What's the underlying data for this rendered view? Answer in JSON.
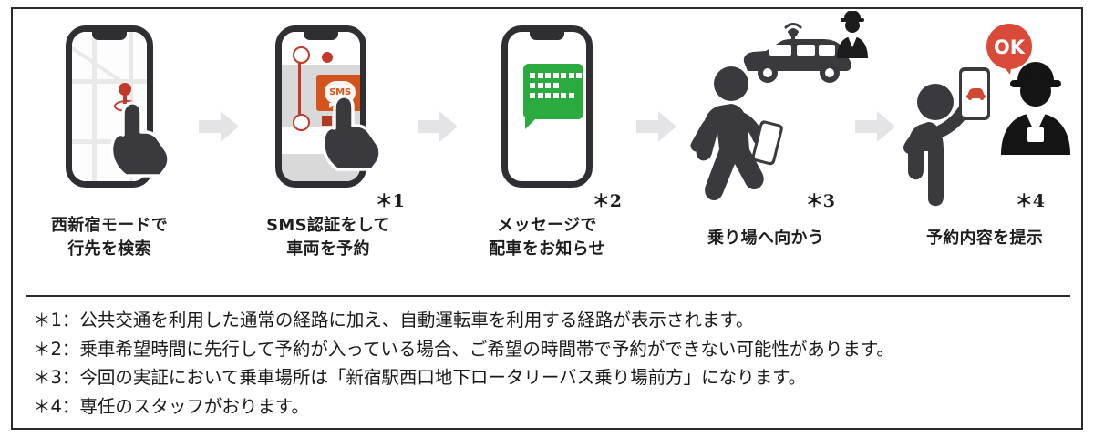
{
  "diagram": {
    "title_visible": false,
    "colors": {
      "dark": "#2f2f33",
      "accent_red": "#c0392b",
      "sms_orange": "#d4541e",
      "message_green": "#2aaa3f",
      "arrow_gray": "#e4e4e6",
      "text": "#1a1a1a"
    },
    "steps": [
      {
        "index": 1,
        "icon": "phone-map-search-icon",
        "note_mark": "",
        "caption_lines": [
          "西新宿モードで",
          "行先を検索"
        ]
      },
      {
        "index": 2,
        "icon": "phone-sms-auth-icon",
        "note_mark": "＊1",
        "caption_lines": [
          "SMS認証をして",
          "車両を予約"
        ],
        "screen_label": "SMS"
      },
      {
        "index": 3,
        "icon": "phone-message-icon",
        "note_mark": "＊2",
        "caption_lines": [
          "メッセージで",
          "配車をお知らせ"
        ]
      },
      {
        "index": 4,
        "icon": "walking-person-car-icon",
        "note_mark": "＊3",
        "caption_lines": [
          "乗り場へ向かう"
        ]
      },
      {
        "index": 5,
        "icon": "show-reservation-staff-icon",
        "note_mark": "＊4",
        "caption_lines": [
          "予約内容を提示"
        ],
        "badge_label": "OK"
      }
    ],
    "arrows": [
      "arrow-right-1",
      "arrow-right-2",
      "arrow-right-3",
      "arrow-right-4"
    ],
    "footnotes": [
      "＊1：公共交通を利用した通常の経路に加え、自動運転車を利用する経路が表示されます。",
      "＊2：乗車希望時間に先行して予約が入っている場合、ご希望の時間帯で予約ができない可能性があります。",
      "＊3：今回の実証において乗車場所は「新宿駅西口地下ロータリーバス乗り場前方」になります。",
      "＊4：専任のスタッフがおります。"
    ]
  }
}
